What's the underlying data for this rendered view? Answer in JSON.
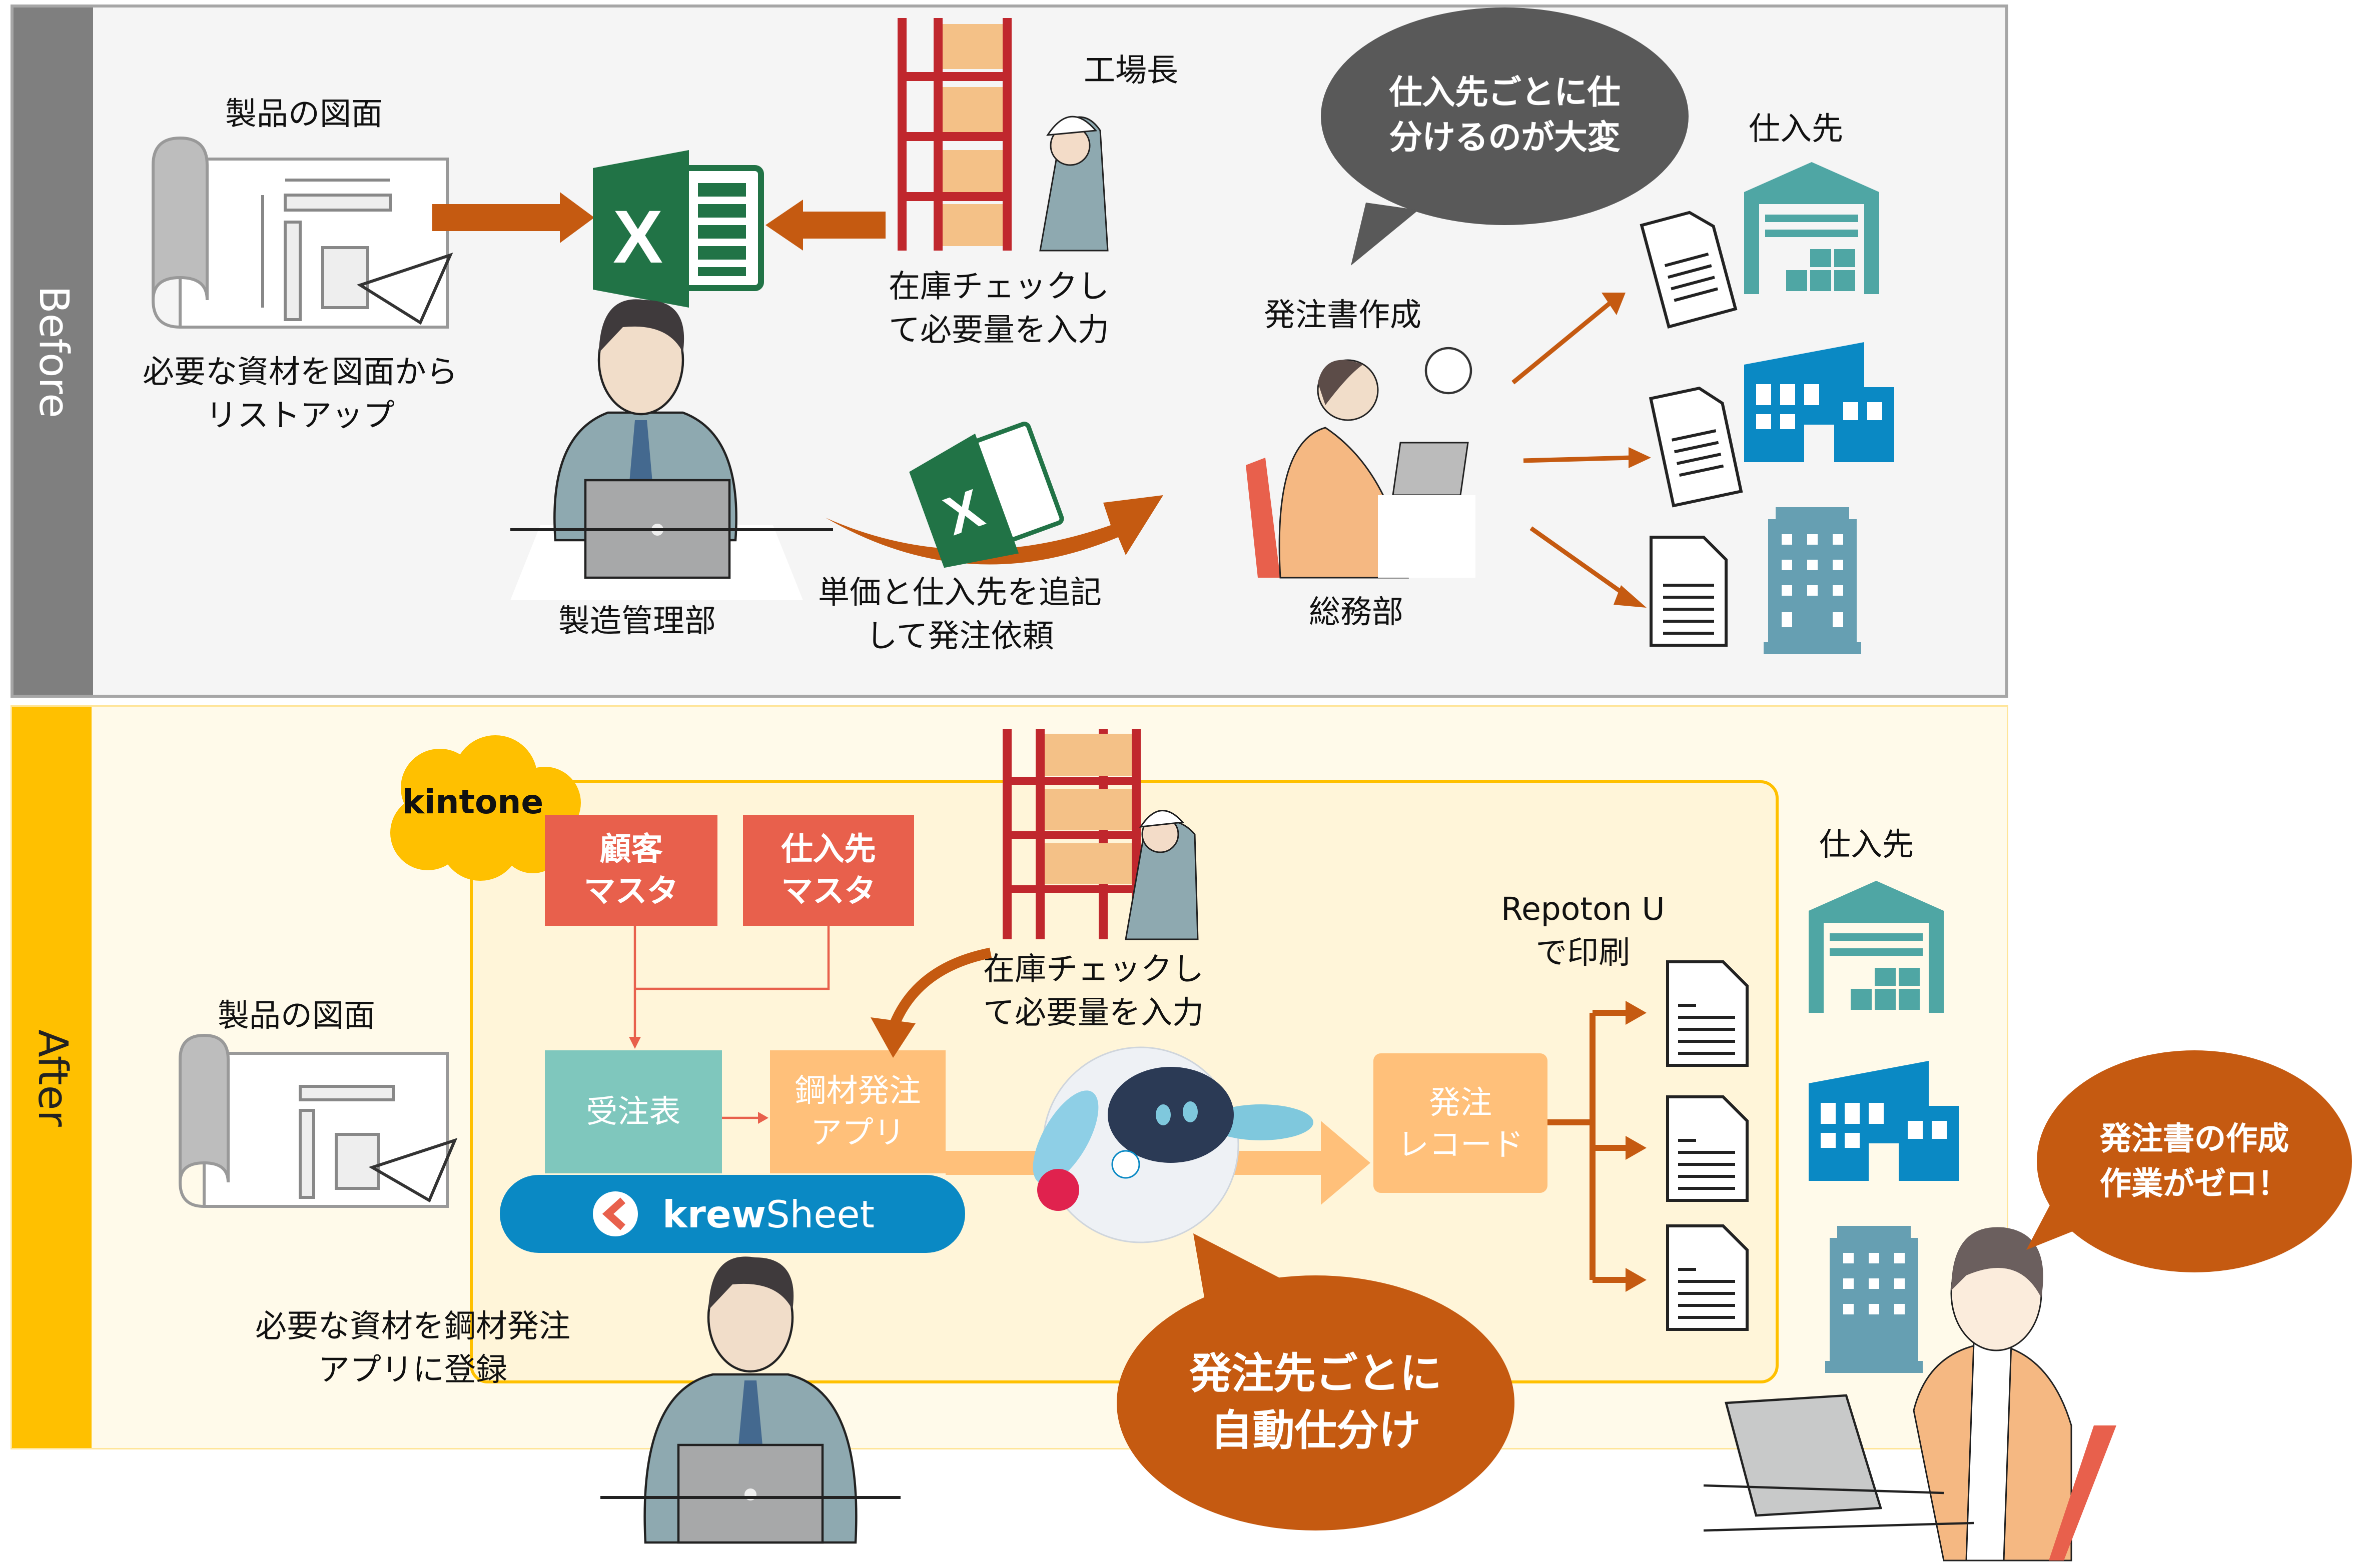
{
  "before": {
    "label": "Before",
    "drawing_label": "製品の図面",
    "drawing_caption": [
      "必要な資材を図面から",
      "リストアップ"
    ],
    "factory_manager_label": "工場長",
    "stock_check_caption": [
      "在庫チェックし",
      "て必要量を入力"
    ],
    "manufacturing_dept_label": "製造管理部",
    "request_caption": [
      "単価と仕入先を追記",
      "して発注依頼"
    ],
    "bubble_text": [
      "仕入先ごとに仕",
      "分けるのが大変"
    ],
    "order_creation_label": "発注書作成",
    "general_affairs_label": "総務部",
    "suppliers_label": "仕入先"
  },
  "after": {
    "label": "After",
    "kintone_label": "kintone",
    "customer_master": [
      "顧客",
      "マスタ"
    ],
    "supplier_master": [
      "仕入先",
      "マスタ"
    ],
    "orders_table": "受注表",
    "steel_order_app": [
      "鋼材発注",
      "アプリ"
    ],
    "krewsheet_label": "krewSheet",
    "krewsheet_prefix": "krew",
    "krewsheet_suffix": "Sheet",
    "stock_check_caption": [
      "在庫チェックし",
      "て必要量を入力"
    ],
    "order_record": [
      "発注",
      "レコード"
    ],
    "repoton_label": [
      "Repoton U",
      "で印刷"
    ],
    "drawing_label": "製品の図面",
    "register_caption": [
      "必要な資材を鋼材発注",
      "アプリに登録"
    ],
    "bubble_auto_sort": [
      "発注先ごとに",
      "自動仕分け"
    ],
    "bubble_zero_work": [
      "発注書の作成",
      "作業がゼロ！"
    ],
    "suppliers_label": "仕入先"
  },
  "colors": {
    "before_strip": "#7f7f7f",
    "after_strip": "#ffc000",
    "accent_orange": "#c55a11",
    "excel_green": "#217346",
    "master_red": "#e8604c",
    "orders_teal": "#7fc7bd",
    "app_orange": "#ffc07a",
    "krew_blue": "#0a89c4"
  }
}
